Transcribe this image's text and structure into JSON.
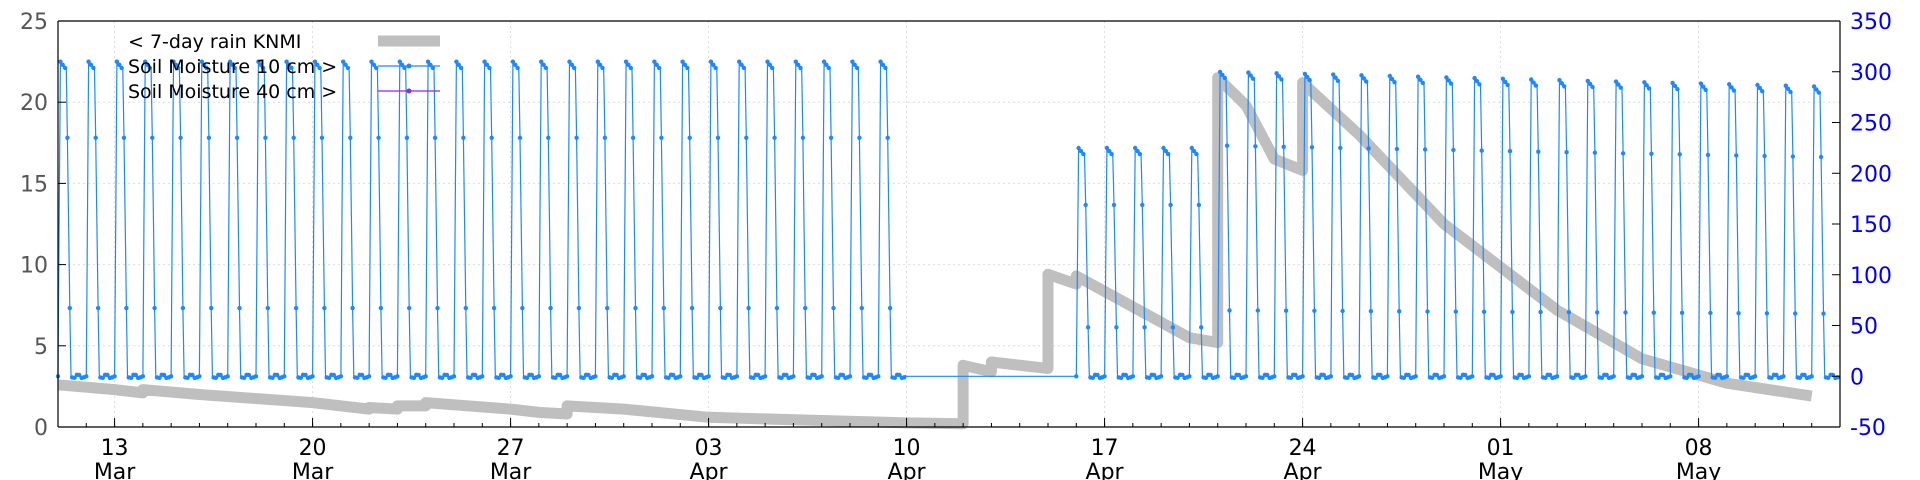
{
  "chart_data": {
    "type": "line",
    "title": "",
    "xlabel": "",
    "ylabel": "",
    "y2label": "",
    "x_range": [
      "2023-03-11",
      "2023-05-13"
    ],
    "ylim": [
      0,
      25
    ],
    "y2lim": [
      -50,
      350
    ],
    "yticks": [
      0,
      5,
      10,
      15,
      20,
      25
    ],
    "y2ticks": [
      -50,
      0,
      50,
      100,
      150,
      200,
      250,
      300,
      350
    ],
    "xticks": [
      {
        "date": "2023-03-13",
        "day": "13",
        "month": "Mar"
      },
      {
        "date": "2023-03-20",
        "day": "20",
        "month": "Mar"
      },
      {
        "date": "2023-03-27",
        "day": "27",
        "month": "Mar"
      },
      {
        "date": "2023-04-03",
        "day": "03",
        "month": "Apr"
      },
      {
        "date": "2023-04-10",
        "day": "10",
        "month": "Apr"
      },
      {
        "date": "2023-04-17",
        "day": "17",
        "month": "Apr"
      },
      {
        "date": "2023-04-24",
        "day": "24",
        "month": "Apr"
      },
      {
        "date": "2023-05-01",
        "day": "01",
        "month": "May"
      },
      {
        "date": "2023-05-08",
        "day": "08",
        "month": "May"
      }
    ],
    "grid": true,
    "legend_position": "top-left",
    "colors": {
      "rain": "#bfbfbf",
      "soil10": "#1e88ff",
      "soil40": "#8a2be2",
      "axis": "#000000",
      "left_ticks": "#555555",
      "right_ticks": "#0000ee",
      "grid": "#dddddd"
    },
    "series": [
      {
        "name": "< 7-day rain KNMI",
        "axis": "left",
        "style": "thick-gray-line",
        "points": [
          [
            "2023-03-11",
            2.6
          ],
          [
            "2023-03-13",
            2.3
          ],
          [
            "2023-03-14",
            2.1
          ],
          [
            "2023-03-14",
            2.3
          ],
          [
            "2023-03-16",
            2.0
          ],
          [
            "2023-03-20",
            1.5
          ],
          [
            "2023-03-22",
            1.1
          ],
          [
            "2023-03-22",
            1.2
          ],
          [
            "2023-03-23",
            1.1
          ],
          [
            "2023-03-23",
            1.3
          ],
          [
            "2023-03-24",
            1.3
          ],
          [
            "2023-03-24",
            1.5
          ],
          [
            "2023-03-27",
            1.1
          ],
          [
            "2023-03-28",
            0.9
          ],
          [
            "2023-03-29",
            0.8
          ],
          [
            "2023-03-29",
            1.3
          ],
          [
            "2023-03-30",
            1.2
          ],
          [
            "2023-03-31",
            1.1
          ],
          [
            "2023-04-03",
            0.6
          ],
          [
            "2023-04-07",
            0.4
          ],
          [
            "2023-04-10",
            0.25
          ],
          [
            "2023-04-12",
            0.2
          ],
          [
            "2023-04-12",
            3.8
          ],
          [
            "2023-04-13",
            3.4
          ],
          [
            "2023-04-13",
            4.0
          ],
          [
            "2023-04-15",
            3.6
          ],
          [
            "2023-04-15",
            9.4
          ],
          [
            "2023-04-16",
            8.8
          ],
          [
            "2023-04-16",
            9.3
          ],
          [
            "2023-04-20",
            5.5
          ],
          [
            "2023-04-21",
            5.2
          ],
          [
            "2023-04-21",
            21.0
          ],
          [
            "2023-04-21",
            19.6
          ],
          [
            "2023-04-21",
            21.5
          ],
          [
            "2023-04-22",
            19.8
          ],
          [
            "2023-04-23",
            16.5
          ],
          [
            "2023-04-24",
            15.8
          ],
          [
            "2023-04-24",
            21.2
          ],
          [
            "2023-04-26",
            18.0
          ],
          [
            "2023-04-29",
            12.5
          ],
          [
            "2023-05-03",
            7.2
          ],
          [
            "2023-05-06",
            4.2
          ],
          [
            "2023-05-09",
            2.7
          ],
          [
            "2023-05-12",
            1.9
          ]
        ]
      },
      {
        "name": "Soil Moisture 10 cm >",
        "axis": "right",
        "style": "blue-line-with-dots",
        "segments": [
          {
            "start": "2023-03-11",
            "end": "2023-04-10",
            "min": 0,
            "max_start": 310,
            "max_end": 310
          },
          {
            "start": "2023-04-10",
            "end": "2023-04-16",
            "bridge": true,
            "min": 0
          },
          {
            "start": "2023-04-16",
            "end": "2023-04-21",
            "min": 0,
            "max_start": 225,
            "max_end": 225
          },
          {
            "start": "2023-04-21",
            "end": "2023-05-13",
            "min": 0,
            "max_start": 300,
            "max_end": 285
          }
        ]
      },
      {
        "name": "Soil Moisture 40 cm >",
        "axis": "right",
        "style": "purple-line-with-dots",
        "points": []
      }
    ]
  }
}
